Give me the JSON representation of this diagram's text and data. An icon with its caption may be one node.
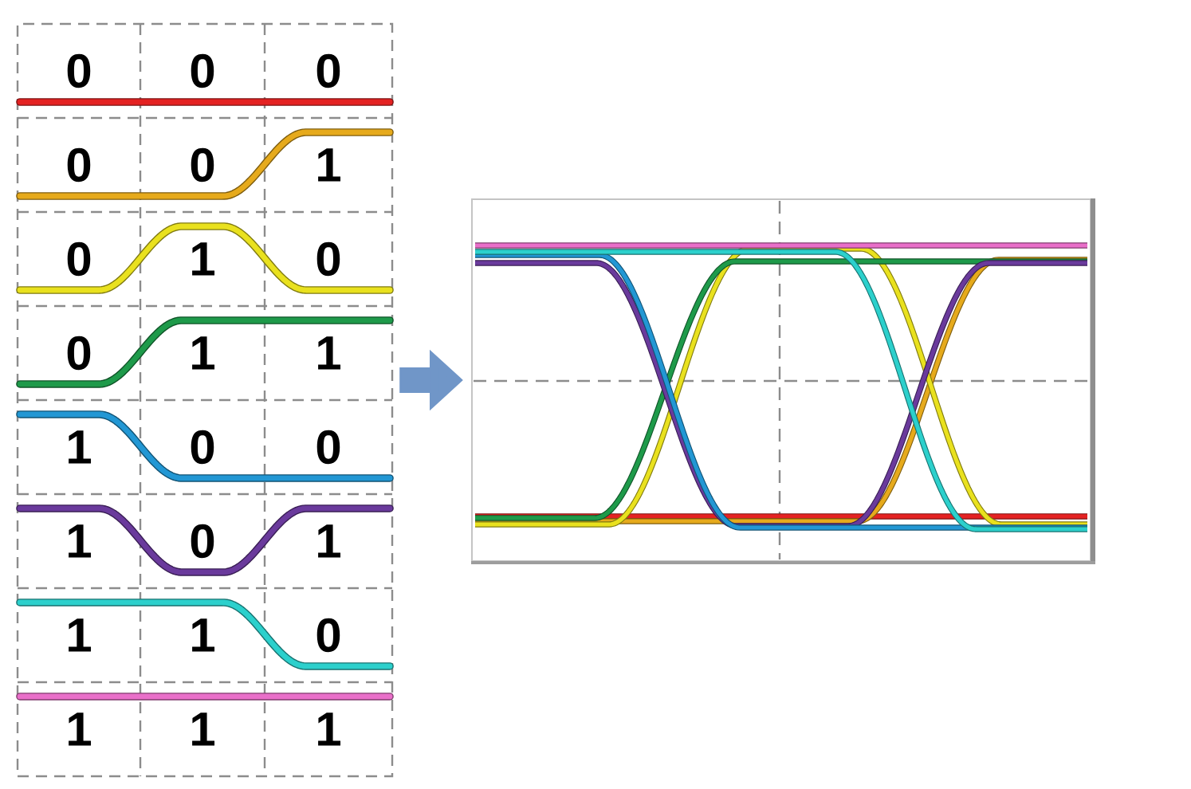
{
  "diagram": {
    "nodes": [
      {
        "text": [],
        "shape": "box"
      },
      {
        "text": [],
        "shape": "picture"
      }
    ],
    "edges": [
      {
        "from": 0,
        "to": 1,
        "arrow": "to"
      }
    ],
    "labels": [
      "0",
      "0",
      "0",
      "0",
      "0",
      "1",
      "0",
      "1",
      "0",
      "0",
      "1",
      "1",
      "1",
      "0",
      "0",
      "1",
      "0",
      "1",
      "1",
      "1",
      "0",
      "1",
      "1",
      "1"
    ]
  }
}
